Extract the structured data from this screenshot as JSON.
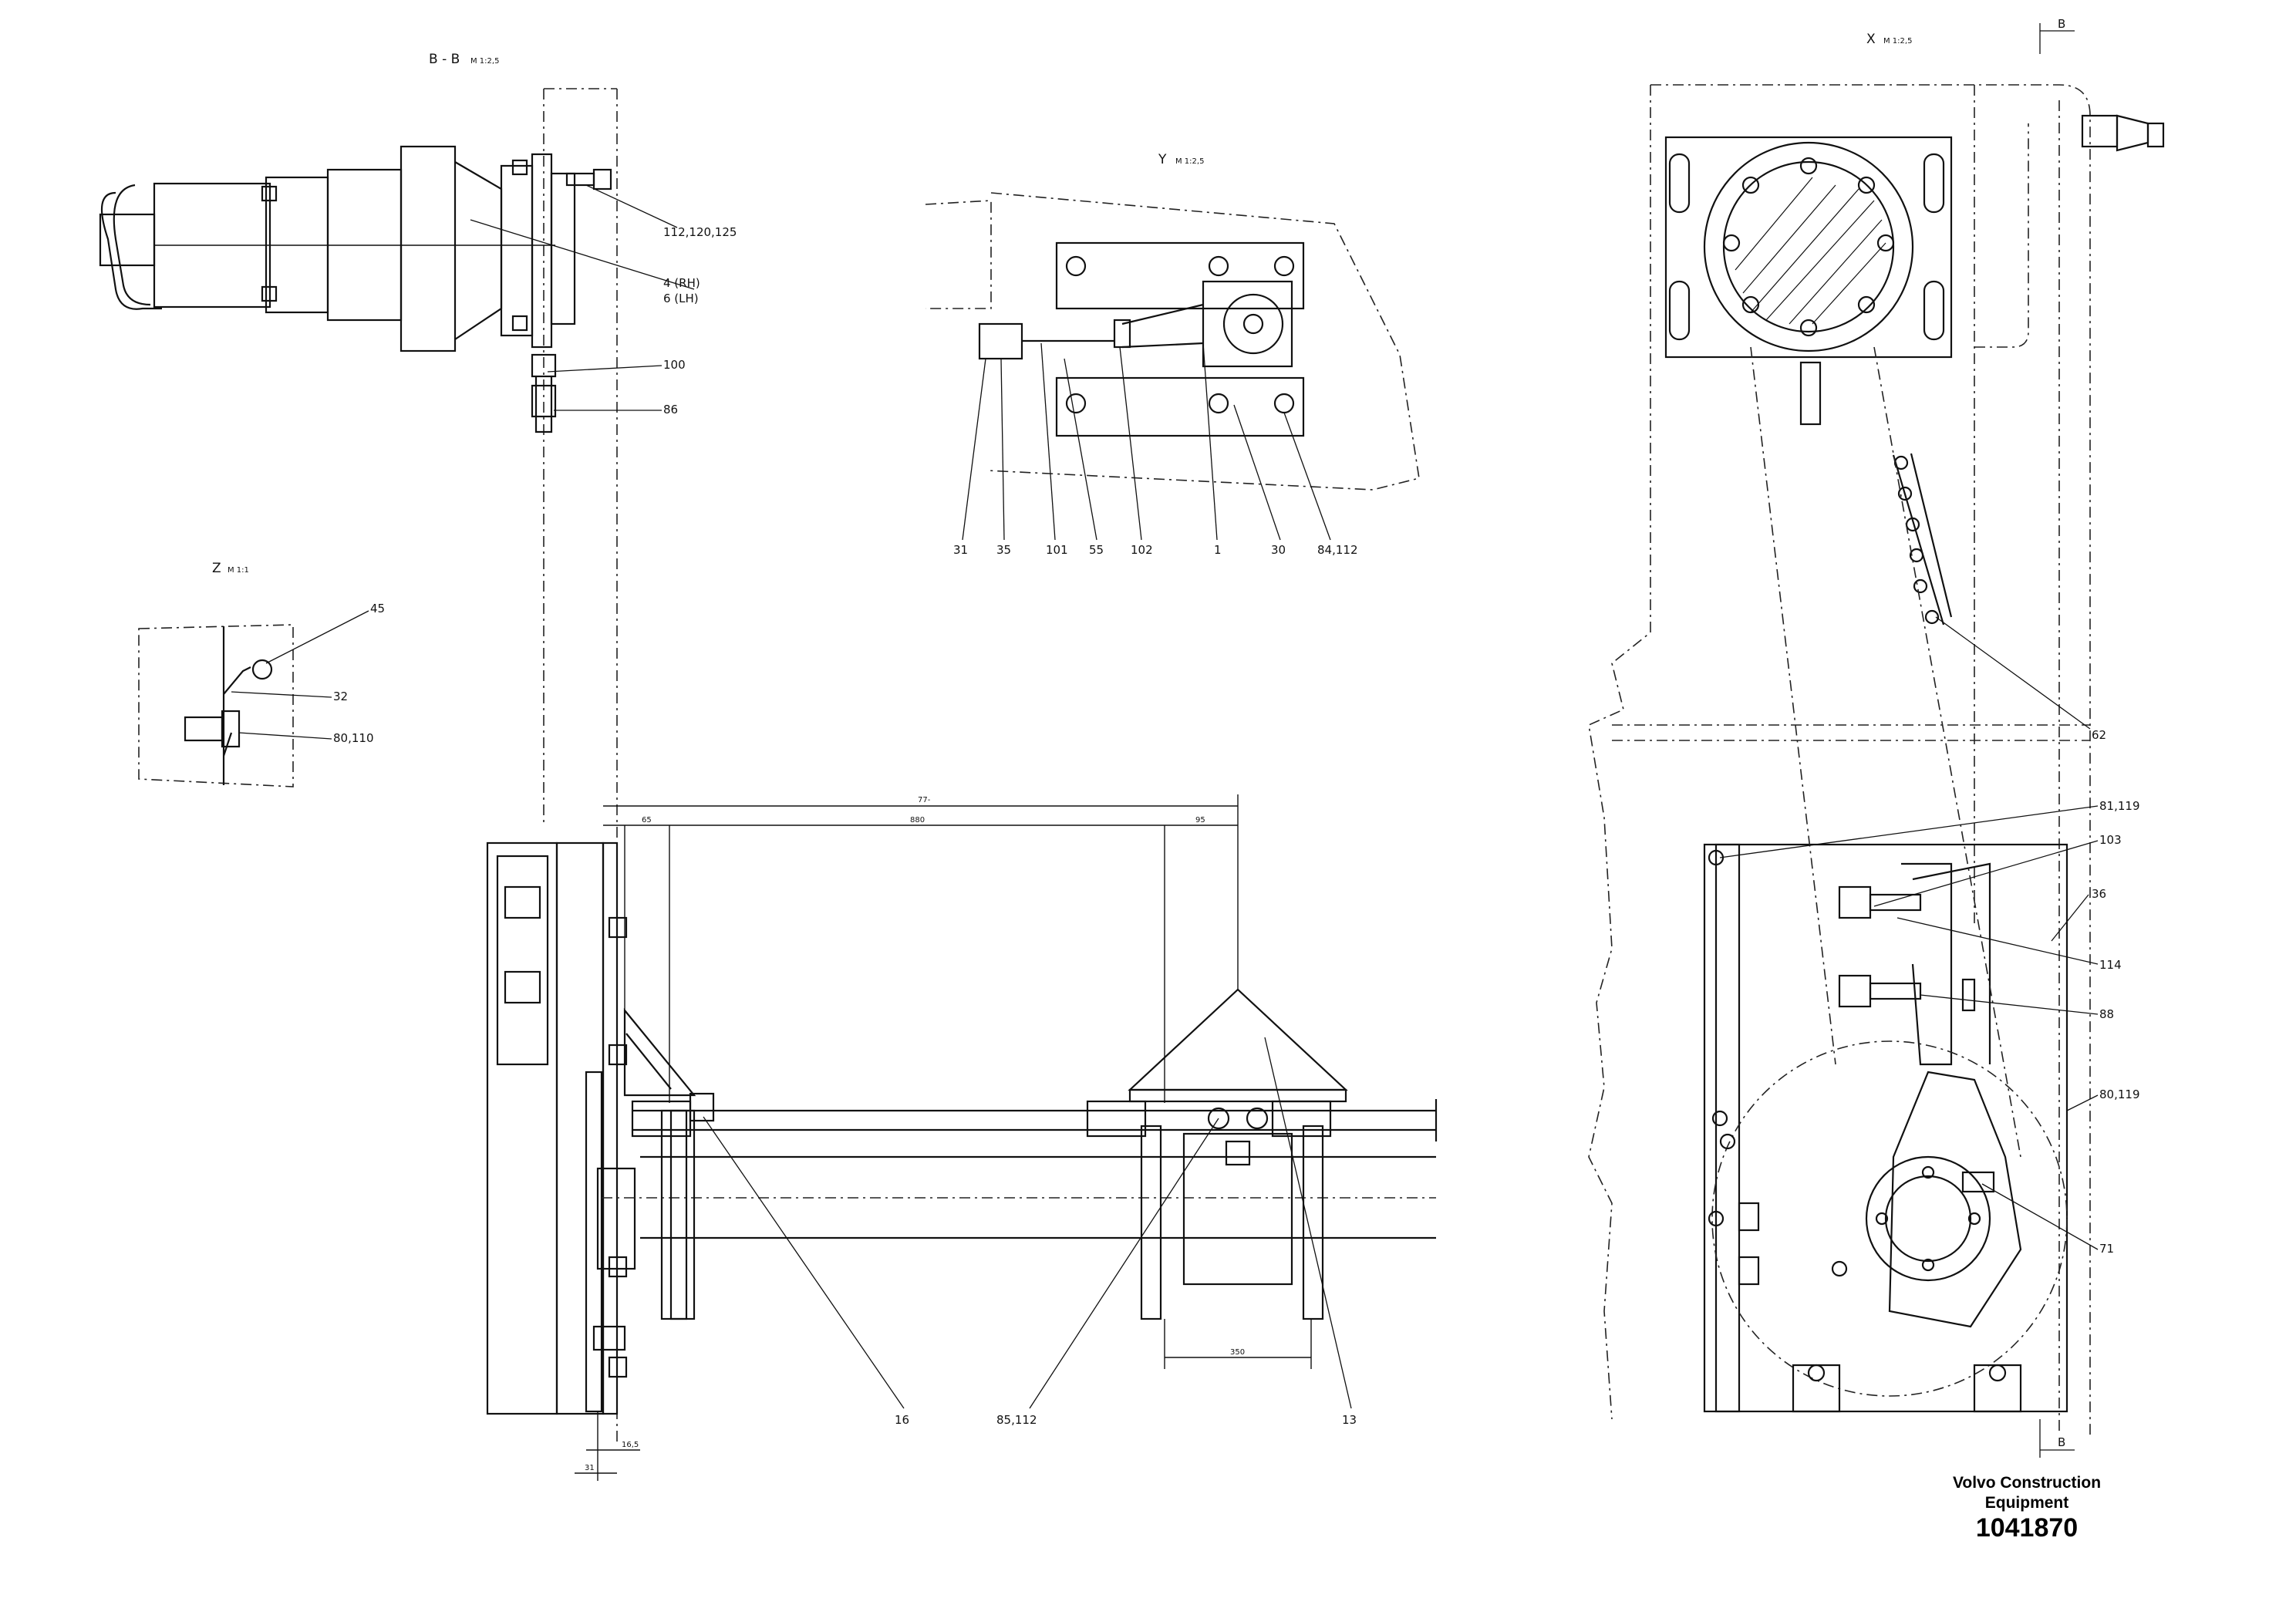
{
  "views": {
    "section_bb": {
      "title": "B - B",
      "scale": "M 1:2,5"
    },
    "view_y": {
      "title": "Y",
      "scale": "M 1:2,5"
    },
    "view_z": {
      "title": "Z",
      "scale": "M 1:1"
    },
    "view_x": {
      "title": "X",
      "scale": "M 1:2,5"
    }
  },
  "section_markers": {
    "top": "B",
    "bottom": "B"
  },
  "callouts": {
    "bb": [
      "112,120,125",
      "4 (RH)",
      "6 (LH)",
      "100",
      "86"
    ],
    "y": [
      "31",
      "35",
      "101",
      "55",
      "102",
      "1",
      "30",
      "84,112"
    ],
    "z": [
      "45",
      "32",
      "80,110"
    ],
    "main": [
      "16",
      "85,112",
      "13"
    ],
    "x": [
      "62",
      "81,119",
      "103",
      "36",
      "114",
      "88",
      "80,119",
      "71"
    ]
  },
  "dimensions": {
    "main": [
      "77-",
      "65",
      "880",
      "95",
      "350",
      "16,5",
      "31"
    ]
  },
  "brand": {
    "line1": "Volvo Construction",
    "line2": "Equipment"
  },
  "part_number": "1041870"
}
